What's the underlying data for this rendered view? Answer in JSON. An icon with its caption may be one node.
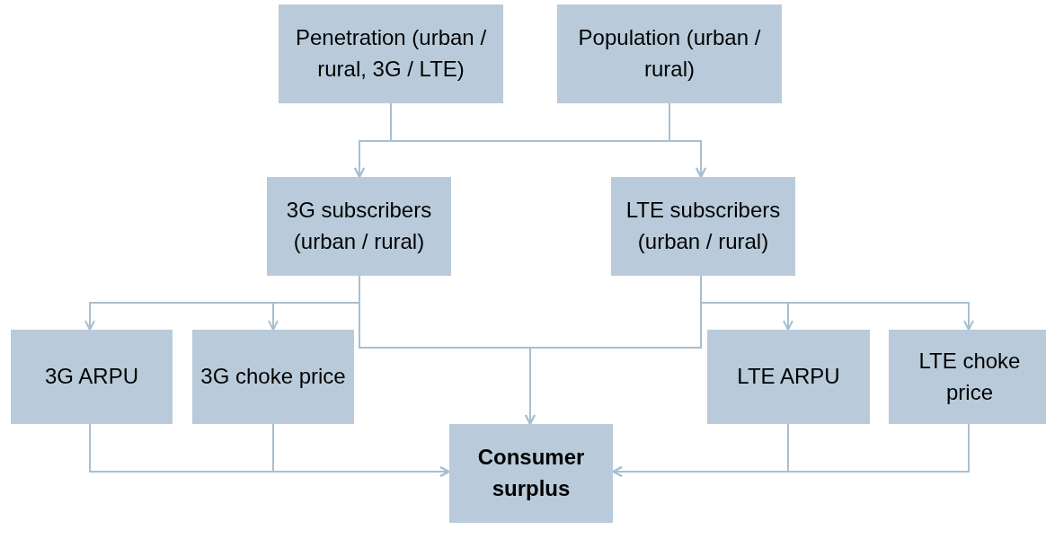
{
  "diagram": {
    "nodes": [
      {
        "text": [
          "Penetration (urban / rural, 3G / LTE)"
        ]
      },
      {
        "text": [
          "Population (urban / rural)"
        ]
      },
      {
        "text": [
          "3G subscribers (urban / rural)"
        ]
      },
      {
        "text": [
          "LTE subscribers (urban / rural)"
        ]
      },
      {
        "text": [
          "3G ARPU"
        ]
      },
      {
        "text": [
          "3G choke price"
        ]
      },
      {
        "text": [
          "LTE ARPU"
        ]
      },
      {
        "text": [
          "LTE choke price"
        ]
      },
      {
        "text": [
          "Consumer surplus"
        ]
      }
    ],
    "edges": [
      {
        "from": 0,
        "to": 2,
        "arrow": "to"
      },
      {
        "from": 0,
        "to": 3,
        "arrow": "to"
      },
      {
        "from": 1,
        "to": 2,
        "arrow": "to"
      },
      {
        "from": 1,
        "to": 3,
        "arrow": "to"
      },
      {
        "from": 2,
        "to": 4,
        "arrow": "to"
      },
      {
        "from": 2,
        "to": 5,
        "arrow": "to"
      },
      {
        "from": 2,
        "to": 8,
        "arrow": "to"
      },
      {
        "from": 3,
        "to": 8,
        "arrow": "to"
      },
      {
        "from": 3,
        "to": 6,
        "arrow": "to"
      },
      {
        "from": 3,
        "to": 7,
        "arrow": "to"
      },
      {
        "from": 4,
        "to": 8,
        "arrow": "to"
      },
      {
        "from": 5,
        "to": 8,
        "arrow": "to"
      },
      {
        "from": 6,
        "to": 8,
        "arrow": "to"
      },
      {
        "from": 7,
        "to": 8,
        "arrow": "to"
      }
    ]
  }
}
